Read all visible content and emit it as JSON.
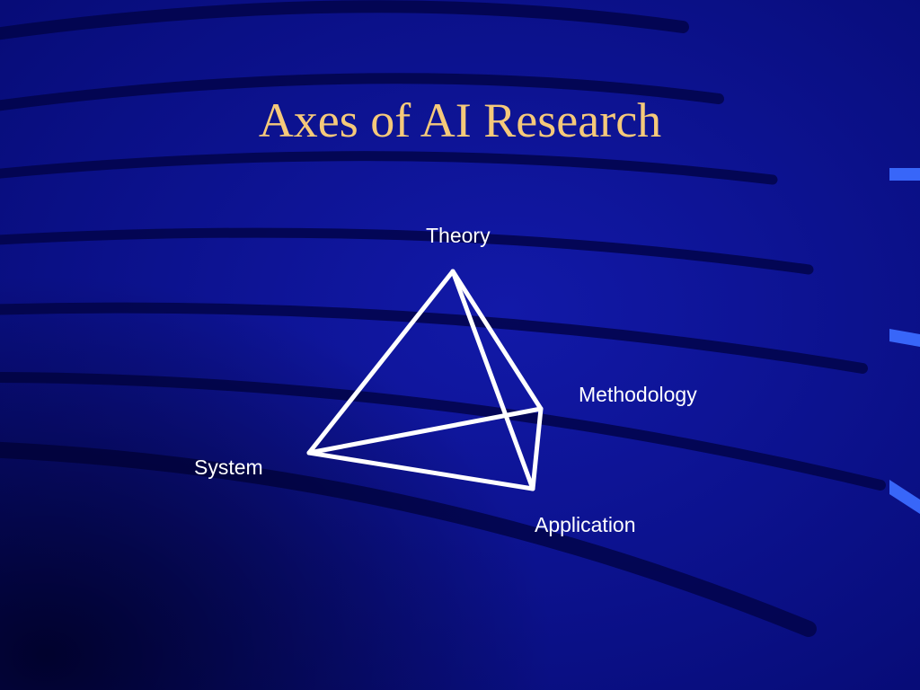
{
  "slide": {
    "title": "Axes of AI Research",
    "title_color": "#f5c97a",
    "background_color": "#0a0f8c",
    "line_color": "#ffffff"
  },
  "diagram": {
    "vertices": {
      "theory": "Theory",
      "methodology": "Methodology",
      "system": "System",
      "application": "Application"
    },
    "edges": [
      [
        "Theory",
        "System"
      ],
      [
        "Theory",
        "Methodology"
      ],
      [
        "Theory",
        "Application"
      ],
      [
        "System",
        "Methodology"
      ],
      [
        "System",
        "Application"
      ],
      [
        "Methodology",
        "Application"
      ]
    ]
  }
}
